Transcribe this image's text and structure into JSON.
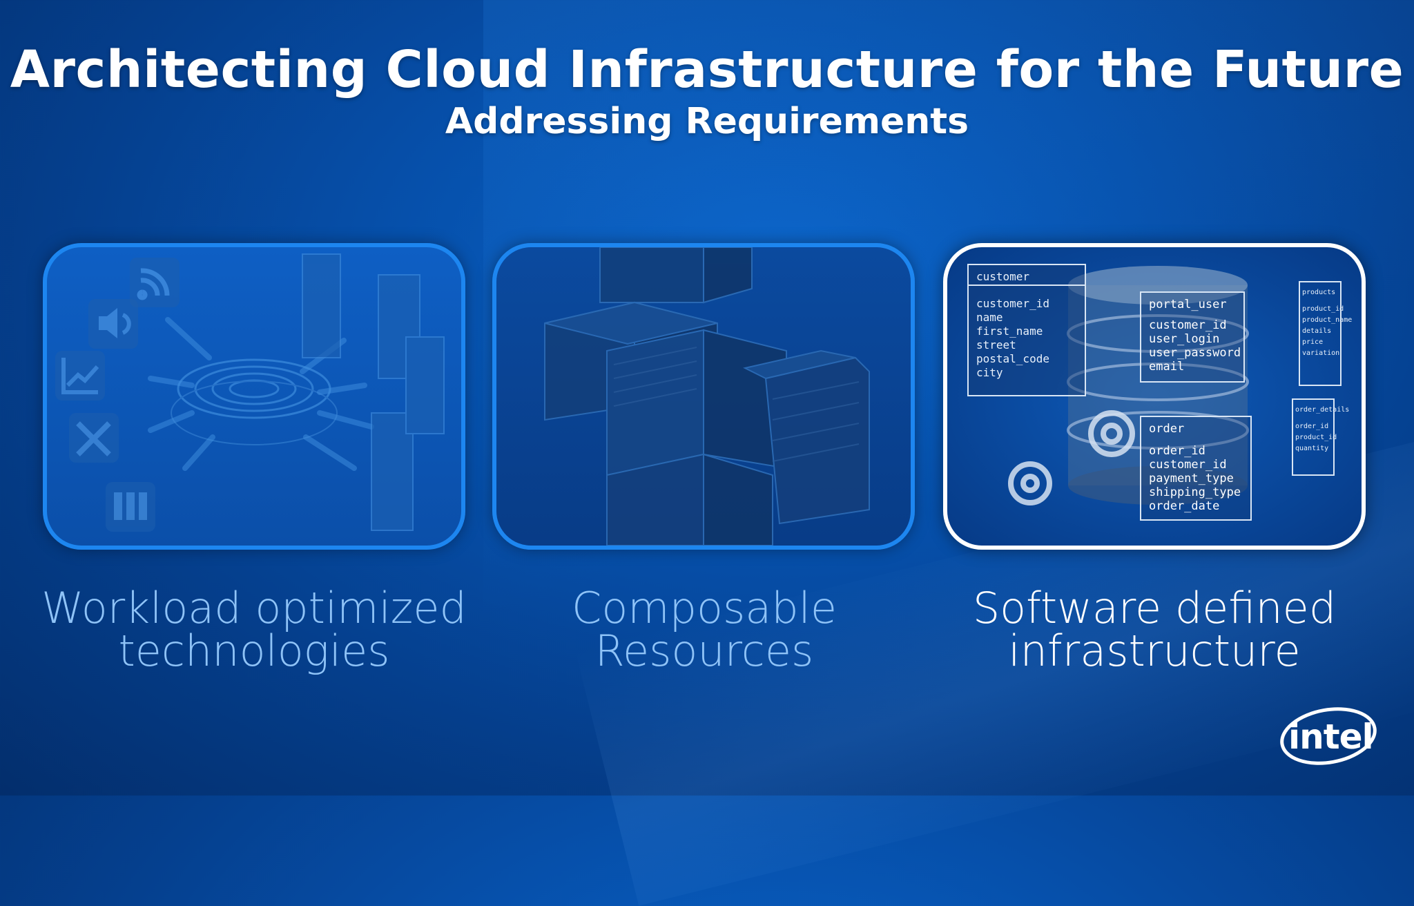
{
  "title": "Architecting Cloud Infrastructure for the Future",
  "subtitle": "Addressing Requirements",
  "panels": [
    {
      "caption_line1": "Workload optimized",
      "caption_line2": "technologies",
      "icons": [
        "wifi-icon",
        "speaker-icon",
        "chart-icon",
        "tools-icon",
        "server-rack-icon"
      ]
    },
    {
      "caption_line1": "Composable",
      "caption_line2": "Resources"
    },
    {
      "caption_line1": "Software defined",
      "caption_line2": "infrastructure",
      "schema": {
        "customer": {
          "title": "customer",
          "fields": [
            "customer_id",
            "name",
            "first_name",
            "street",
            "postal_code",
            "city"
          ]
        },
        "portal_user": {
          "title": "portal_user",
          "fields": [
            "customer_id",
            "user_login",
            "user_password",
            "email"
          ]
        },
        "order": {
          "title": "order",
          "fields": [
            "order_id",
            "customer_id",
            "payment_type",
            "shipping_type",
            "order_date"
          ]
        },
        "products": {
          "title": "products",
          "fields": [
            "product_id",
            "product_name",
            "details",
            "price",
            "variation"
          ]
        },
        "order_details": {
          "title": "order_details",
          "fields": [
            "order_id",
            "product_id",
            "quantity"
          ]
        }
      }
    }
  ],
  "logo": "intel",
  "colors": {
    "accent": "#1d86f0",
    "highlight": "#ffffff",
    "caption_dim": "#8fc3f7"
  }
}
